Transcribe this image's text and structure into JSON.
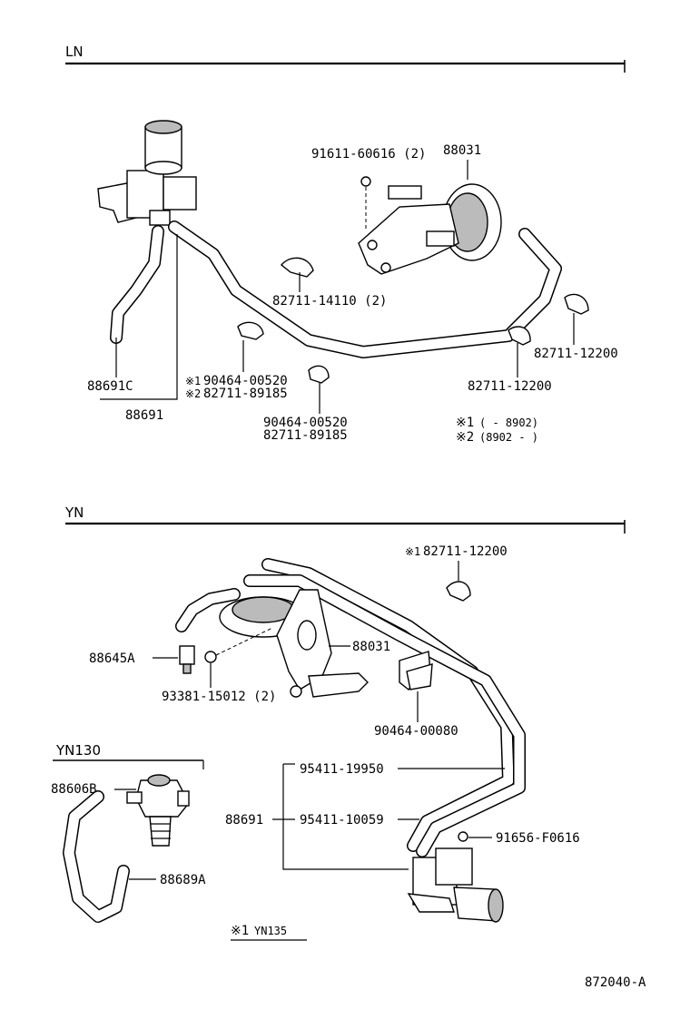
{
  "sections": {
    "ln": "LN",
    "yn": "YN",
    "yn130": "YN130"
  },
  "ln": {
    "bolt_label": "91611-60616 (2)",
    "valve_label": "88031",
    "clamp_a": "82711-14110 (2)",
    "clamp_b": "82711-12200",
    "clamp_c": "82711-12200",
    "hose_c": "88691C",
    "hose_main": "88691",
    "clip1_line1": "90464-00520",
    "clip1_line2": "82711-89185",
    "clip2_line1": "90464-00520",
    "clip2_line2": "82711-89185",
    "note1_mark": "※1",
    "note1_range": "(      - 8902)",
    "note2_mark": "※2",
    "note2_range": "(8902 -      )",
    "mark_small_1": "※1",
    "mark_small_2": "※2"
  },
  "yn": {
    "clamp_top": "82711-12200",
    "clamp_top_mark": "※1",
    "sensor": "88645A",
    "valve": "88031",
    "bolt": "93381-15012 (2)",
    "clip": "90464-00080",
    "hose1": "95411-19950",
    "hose_assy": "88691",
    "hose2": "95411-10059",
    "bolt2": "91656-F0616",
    "yn130_valve": "88606B",
    "yn130_hose": "88689A",
    "footnote_mark": "※1",
    "footnote": "YN135"
  },
  "drawing_id": "872040-A"
}
